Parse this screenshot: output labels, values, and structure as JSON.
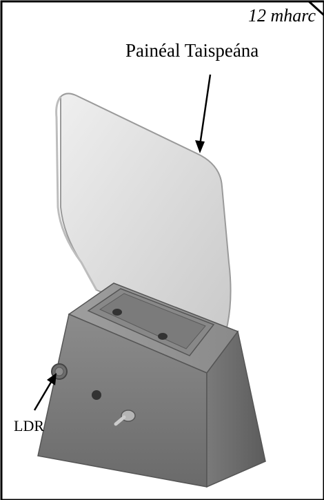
{
  "header": {
    "marks": "12 mharc"
  },
  "labels": {
    "display_panel": "Painéal Taispeána",
    "ldr": "LDR"
  }
}
